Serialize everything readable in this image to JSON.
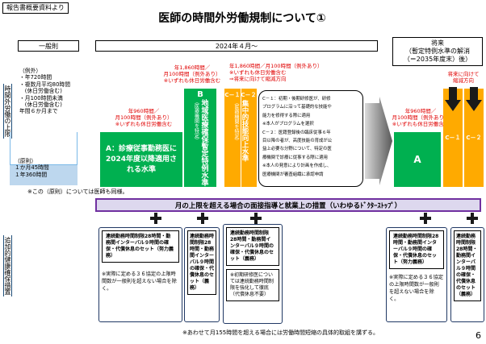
{
  "header": {
    "tag": "報告書概要資料より",
    "title": "医師の時間外労働規制について①",
    "page_number": "6"
  },
  "columns": {
    "general": "一般則",
    "year2024": "2024年４月～",
    "future_title": "将来",
    "future_sub1": "（暫定特例水準の解消",
    "future_sub2": "（＝2035年度末）後）"
  },
  "left_labels": {
    "upper": "時間外労働の上限",
    "lower": "追加的健康確保措置"
  },
  "general_rule": {
    "title": "（例外）",
    "items": [
      "・年720時間",
      "・複数月平均80時間",
      "　(休日労働含む)",
      "・月100時間未満",
      "　(休日労働含む)",
      "年間６か月まで"
    ],
    "principle_title": "（原則）",
    "principle_items": [
      "１か月45時間",
      "１年360時間"
    ],
    "note": "※この（原則）については医師も同様。"
  },
  "limits": {
    "a_line1": "年960時間／",
    "a_line2": "月100時間（例外あり）",
    "a_line3": "※いずれも休日労働含む",
    "b_line1": "年1,860時間／",
    "b_line2": "月100時間（例外あり）",
    "b_line3": "※いずれも休日労働含む",
    "c_line1": "年1,860時間／月100時間（例外あり）",
    "c_line2": "※いずれも休日労働含む",
    "c_line3": "⇒将来に向けて縮減方向",
    "future_a1": "年960時間／",
    "future_a2": "月100時間（例外あり）",
    "future_a3": "※いずれも休日労働含む",
    "future_c1": "将来に向けて",
    "future_c2": "縮減方向"
  },
  "bars": {
    "a_text": "A：診療従事勤務医に2024年度以降適用される水準",
    "b_label": "B",
    "b_text": "地域医療確保暫定特例水準",
    "b_sub": "（医療機関を特定）",
    "c1_label": "C－１",
    "c2_label": "C－２",
    "c_text": "集中的技能向上水準",
    "c_sub": "（医療機関を特定）",
    "future_a_label": "A",
    "future_c1_label": "C－１",
    "future_c2_label": "C－２"
  },
  "c_note": [
    "C－１：初期・後期研修医が、研修",
    "プログラムに沿って基礎的な技能や",
    "能力を修得する際に適用",
    "※本人がプログラムを選択",
    "C－２：医籍登録後の臨床従事６年",
    "目以降の者が、高度技能の育成が公",
    "益上必要な分野について、特定の医",
    "療機関で診療に従事する際に適用",
    "※本人の発意により計画を作成し、",
    "医療機関が審査組織に承認申請"
  ],
  "banner": "月の上限を超える場合の面接指導と就業上の措置（いわゆるﾄﾞｸﾀｰｽﾄｯﾌﾟ）",
  "measures": {
    "a_box_main": "連続勤務時間制限28時間・勤務間インターバル９時間の確保・代償休息のセット（努力義務）",
    "a_box_note": "※実際に定める３６協定の上限時間数が一般則を超えない場合を除く。",
    "b_box_main": "連続勤務時間制限28時間・勤務間インターバル９時間の確保・代償休息のセット（義務）",
    "c_box_main": "連続勤務時間制限28時間・勤務間インターバル９時間の確保・代償休息のセット（義務）",
    "c_box_note": "※初期研修医については連続勤務時間制限を強化して徹底（代償休息不要）",
    "fa_box_main": "連続勤務時間制限28時間・勤務間インターバル９時間の確保・代償休息のセット（努力義務）",
    "fa_box_note": "※実際に定める３６協定の上限時間数が一般則を超えない場合を除く。",
    "fc_box_main": "連続勤務時間制限28時間・勤務間インターバル９時間の確保・代償休息のセット（義務）"
  },
  "footer_note": "※あわせて月155時間を超える場合には労働時間短縮の具体的取組を講ずる。",
  "colors": {
    "green": "#00b050",
    "orange": "#ffaa00",
    "banner_fill": "#ddd8ee",
    "banner_border": "#7030a0",
    "red": "#e00000"
  }
}
